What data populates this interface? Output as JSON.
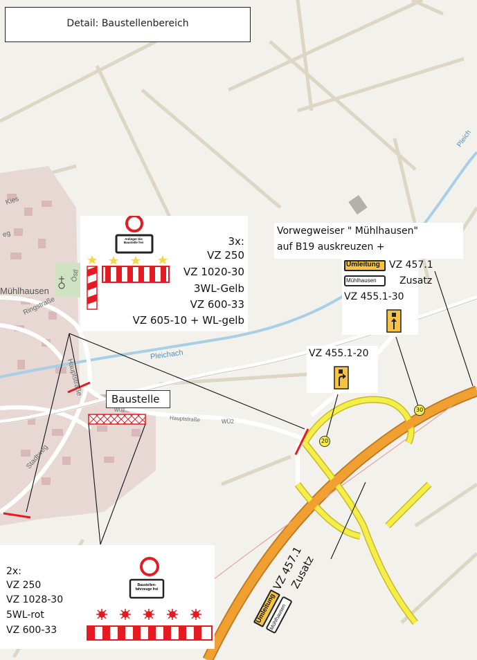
{
  "title": "Detail: Baustellenbereich",
  "map_labels": {
    "town": "Mühlhausen",
    "river": "Pleichach",
    "river2": "Pleich",
    "kies": "Kies",
    "ringstrasse": "Ringstraße",
    "hauptstrasse_v": "Hauptstraße",
    "hauptstrasse_h": "Hauptstraße",
    "ostlich": "Östl",
    "wu2_a": "WÜ2",
    "wu2_b": "WÜ2",
    "stadtweg": "Stadtweg",
    "eg": "eg"
  },
  "baustelle_label": "Baustelle",
  "top_legend": {
    "count": "3x:",
    "lines": [
      "VZ 250",
      "VZ 1020-30",
      "3WL-Gelb",
      "VZ 600-33",
      "VZ 605-10 + WL-gelb"
    ],
    "sign_text": "Anlieger bis Baustelle frei"
  },
  "bottom_legend": {
    "lines": [
      "2x:",
      "VZ 250",
      "VZ 1028-30",
      "5WL-rot",
      "VZ 600-33"
    ],
    "sign_text": "Baustellen-fahrzeuge frei"
  },
  "vorweg": {
    "line1": "Vorwegweiser \" Mühlhausen\"",
    "line2": "auf B19 auskreuzen +",
    "vz4571": "VZ 457.1",
    "zusatz": "Zusatz",
    "vz45513": "VZ 455.1-30",
    "umleitung": "Umleitung",
    "muehlhausen": "Mühlhausen"
  },
  "sign_20": {
    "label": "VZ 455.1-20",
    "marker": "20"
  },
  "marker_30": "30",
  "rotated_note": {
    "vz": "VZ 457.1",
    "zusatz": "Zusatz",
    "umleitung": "Umleitung",
    "muehlhausen": "Mühlhausen"
  },
  "colors": {
    "road_orange": "#f0a030",
    "road_yellow": "#f4ee4a",
    "river": "#a9cfe6",
    "barrier_red": "#e31b23",
    "sign_yellow": "#f6c343"
  }
}
